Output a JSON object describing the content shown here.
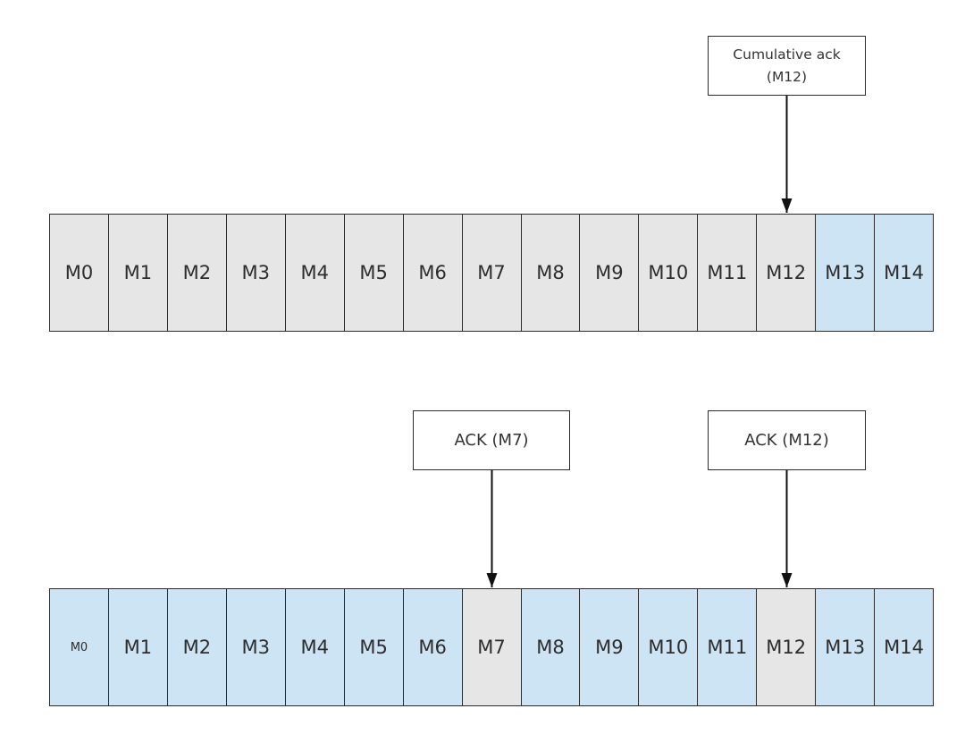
{
  "colors": {
    "acked": "#e6e6e6",
    "unacked": "#cde4f4",
    "border": "#2b2b2b"
  },
  "top": {
    "callout": "Cumulative ack\n(M12)",
    "cells": [
      {
        "label": "M0",
        "state": "acked"
      },
      {
        "label": "M1",
        "state": "acked"
      },
      {
        "label": "M2",
        "state": "acked"
      },
      {
        "label": "M3",
        "state": "acked"
      },
      {
        "label": "M4",
        "state": "acked"
      },
      {
        "label": "M5",
        "state": "acked"
      },
      {
        "label": "M6",
        "state": "acked"
      },
      {
        "label": "M7",
        "state": "acked"
      },
      {
        "label": "M8",
        "state": "acked"
      },
      {
        "label": "M9",
        "state": "acked"
      },
      {
        "label": "M10",
        "state": "acked"
      },
      {
        "label": "M11",
        "state": "acked"
      },
      {
        "label": "M12",
        "state": "acked"
      },
      {
        "label": "M13",
        "state": "unacked"
      },
      {
        "label": "M14",
        "state": "unacked"
      }
    ]
  },
  "bottom": {
    "callout_m7": "ACK (M7)",
    "callout_m12": "ACK (M12)",
    "cells": [
      {
        "label": "M0",
        "state": "unacked",
        "small": true
      },
      {
        "label": "M1",
        "state": "unacked"
      },
      {
        "label": "M2",
        "state": "unacked"
      },
      {
        "label": "M3",
        "state": "unacked"
      },
      {
        "label": "M4",
        "state": "unacked"
      },
      {
        "label": "M5",
        "state": "unacked"
      },
      {
        "label": "M6",
        "state": "unacked"
      },
      {
        "label": "M7",
        "state": "acked"
      },
      {
        "label": "M8",
        "state": "unacked"
      },
      {
        "label": "M9",
        "state": "unacked"
      },
      {
        "label": "M10",
        "state": "unacked"
      },
      {
        "label": "M11",
        "state": "unacked"
      },
      {
        "label": "M12",
        "state": "acked"
      },
      {
        "label": "M13",
        "state": "unacked"
      },
      {
        "label": "M14",
        "state": "unacked"
      }
    ]
  }
}
